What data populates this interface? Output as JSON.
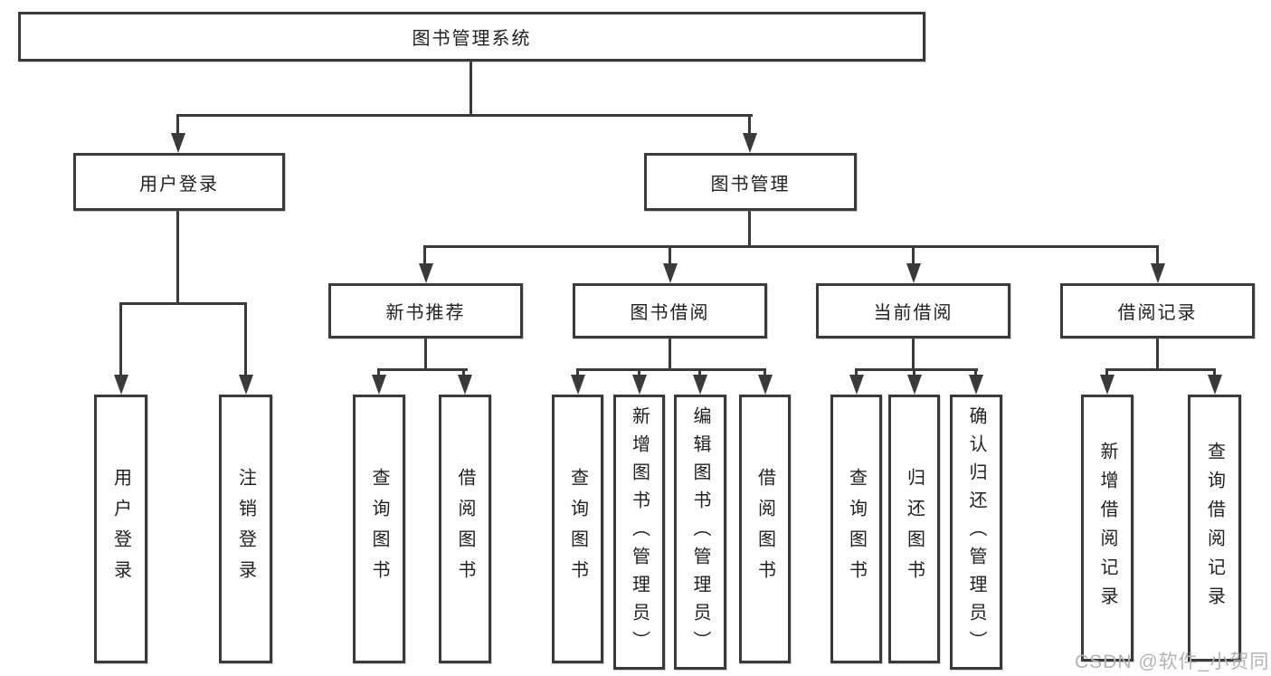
{
  "diagram": {
    "title": "图书管理系统",
    "colors": {
      "line": "#3a3a3a",
      "text": "#212121",
      "background": "#ffffff",
      "watermark": "#b3b3b3"
    },
    "nodes": {
      "root": {
        "label": "图书管理系统"
      },
      "user_login": {
        "label": "用户登录"
      },
      "book_mgmt": {
        "label": "图书管理"
      },
      "new_book_rec": {
        "label": "新书推荐"
      },
      "book_borrow": {
        "label": "图书借阅"
      },
      "current_borrow": {
        "label": "当前借阅"
      },
      "borrow_records": {
        "label": "借阅记录"
      },
      "login_leaf": {
        "label": "用户登录"
      },
      "logout_leaf": {
        "label": "注销登录"
      },
      "rec_query": {
        "label": "查询图书"
      },
      "rec_borrow": {
        "label": "借阅图书"
      },
      "bb_query": {
        "label": "查询图书"
      },
      "bb_add": {
        "label": "新增图书（管理员）"
      },
      "bb_edit": {
        "label": "编辑图书（管理员）"
      },
      "bb_borrow": {
        "label": "借阅图书"
      },
      "cb_query": {
        "label": "查询图书"
      },
      "cb_return": {
        "label": "归还图书"
      },
      "cb_confirm": {
        "label": "确认归还（管理员）"
      },
      "br_add": {
        "label": "新增借阅记录"
      },
      "br_query": {
        "label": "查询借阅记录"
      }
    },
    "edges": {
      "root": [
        "user_login",
        "book_mgmt"
      ],
      "user_login": [
        "login_leaf",
        "logout_leaf"
      ],
      "book_mgmt": [
        "new_book_rec",
        "book_borrow",
        "current_borrow",
        "borrow_records"
      ],
      "new_book_rec": [
        "rec_query",
        "rec_borrow"
      ],
      "book_borrow": [
        "bb_query",
        "bb_add",
        "bb_edit",
        "bb_borrow"
      ],
      "current_borrow": [
        "cb_query",
        "cb_return",
        "cb_confirm"
      ],
      "borrow_records": [
        "br_add",
        "br_query"
      ]
    },
    "watermark": {
      "text": "CSDN @软件_小贺同学"
    }
  }
}
